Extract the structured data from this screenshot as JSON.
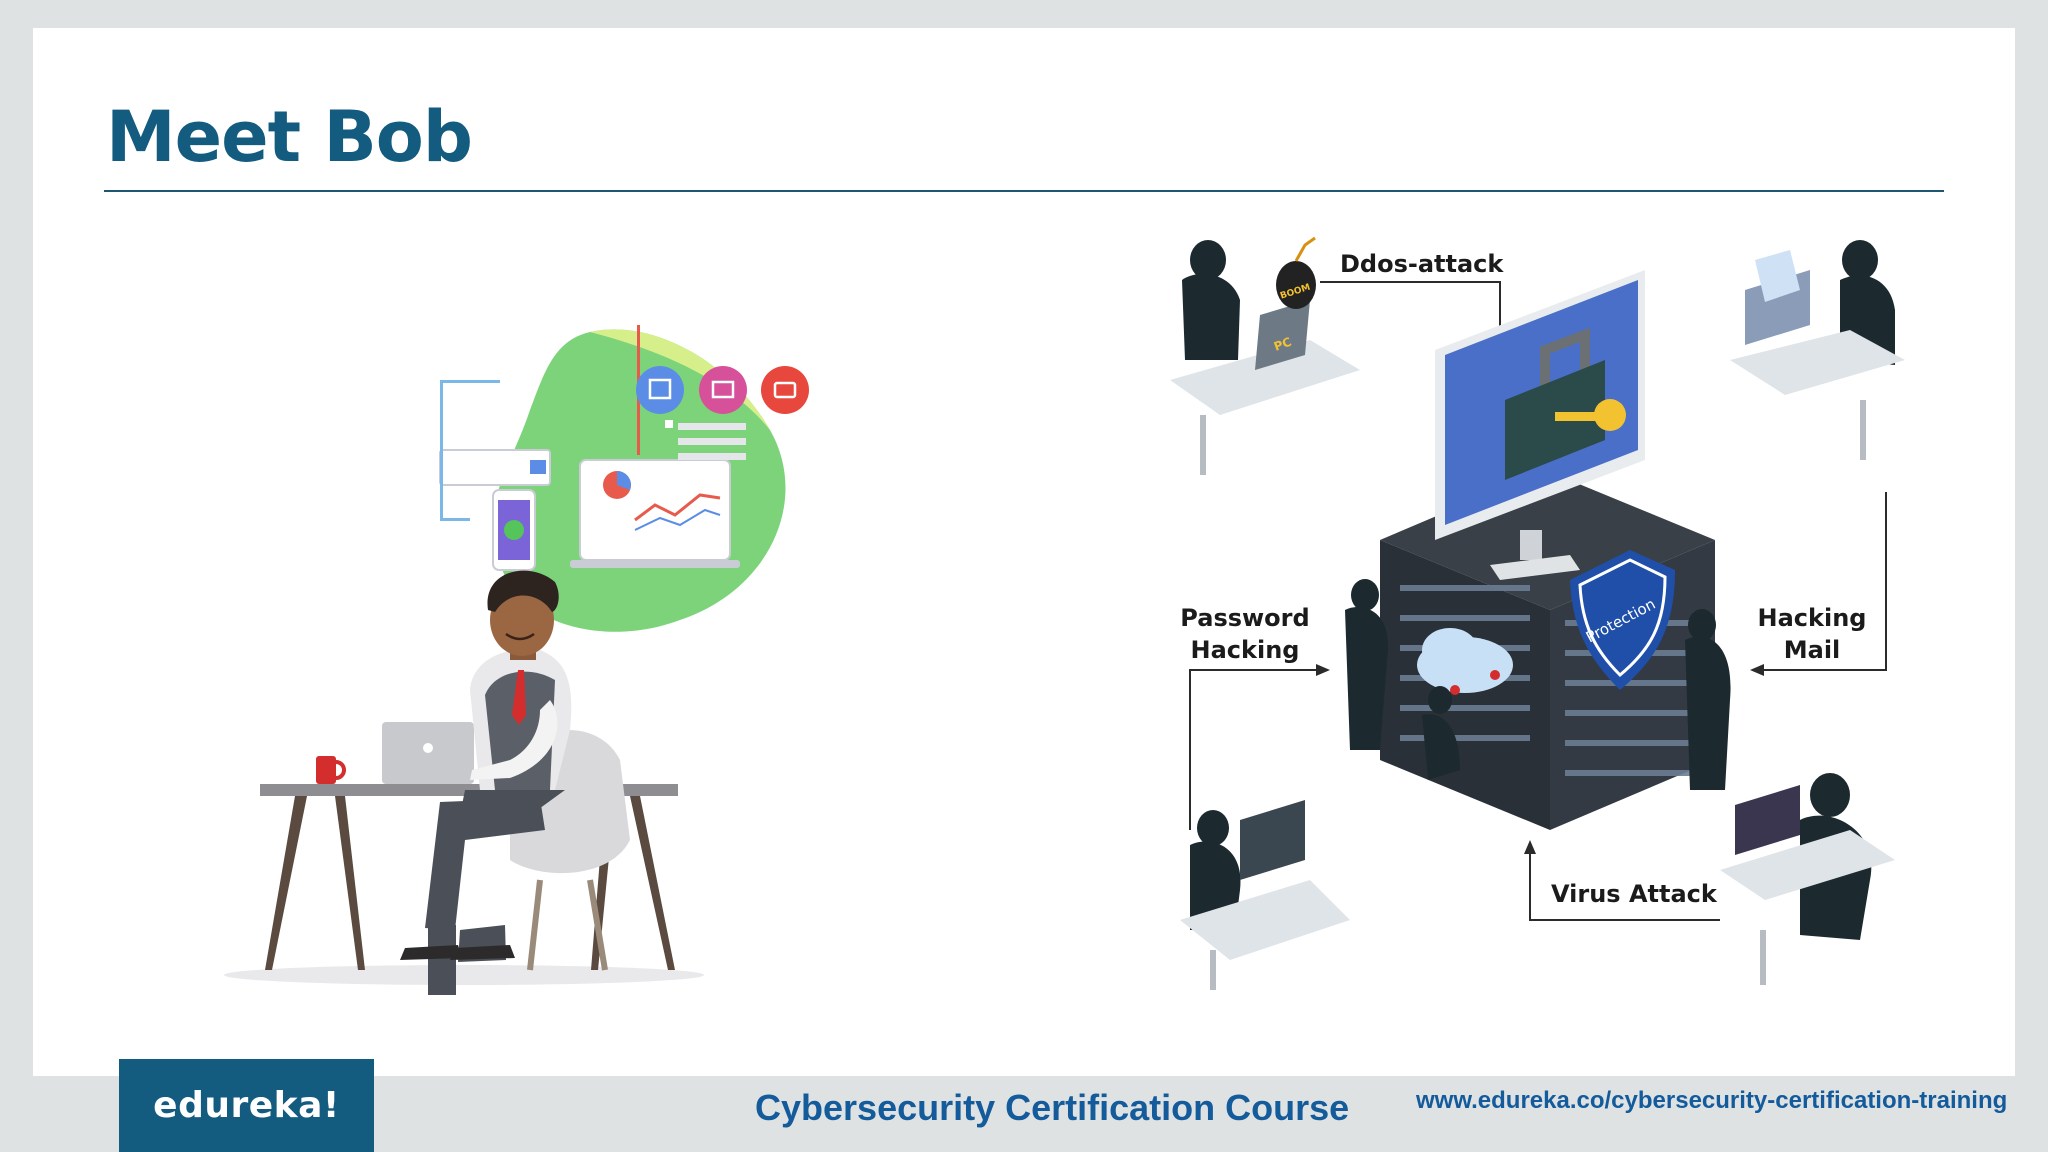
{
  "slide": {
    "title": "Meet Bob"
  },
  "diagram": {
    "labels": {
      "ddos": "Ddos-attack",
      "password_line1": "Password",
      "password_line2": "Hacking",
      "hacking_mail_line1": "Hacking",
      "hacking_mail_line2": "Mail",
      "virus": "Virus Attack",
      "bomb": "BOOM",
      "pc_screen": "PC",
      "shield": "Protection"
    }
  },
  "footer": {
    "logo": "edureka!",
    "course": "Cybersecurity Certification Course",
    "url": "www.edureka.co/cybersecurity-certification-training"
  },
  "colors": {
    "title": "#135b7f",
    "footer_text": "#135b9b",
    "logo_bg": "#135b7f",
    "page_bg": "#dfe2e3"
  }
}
